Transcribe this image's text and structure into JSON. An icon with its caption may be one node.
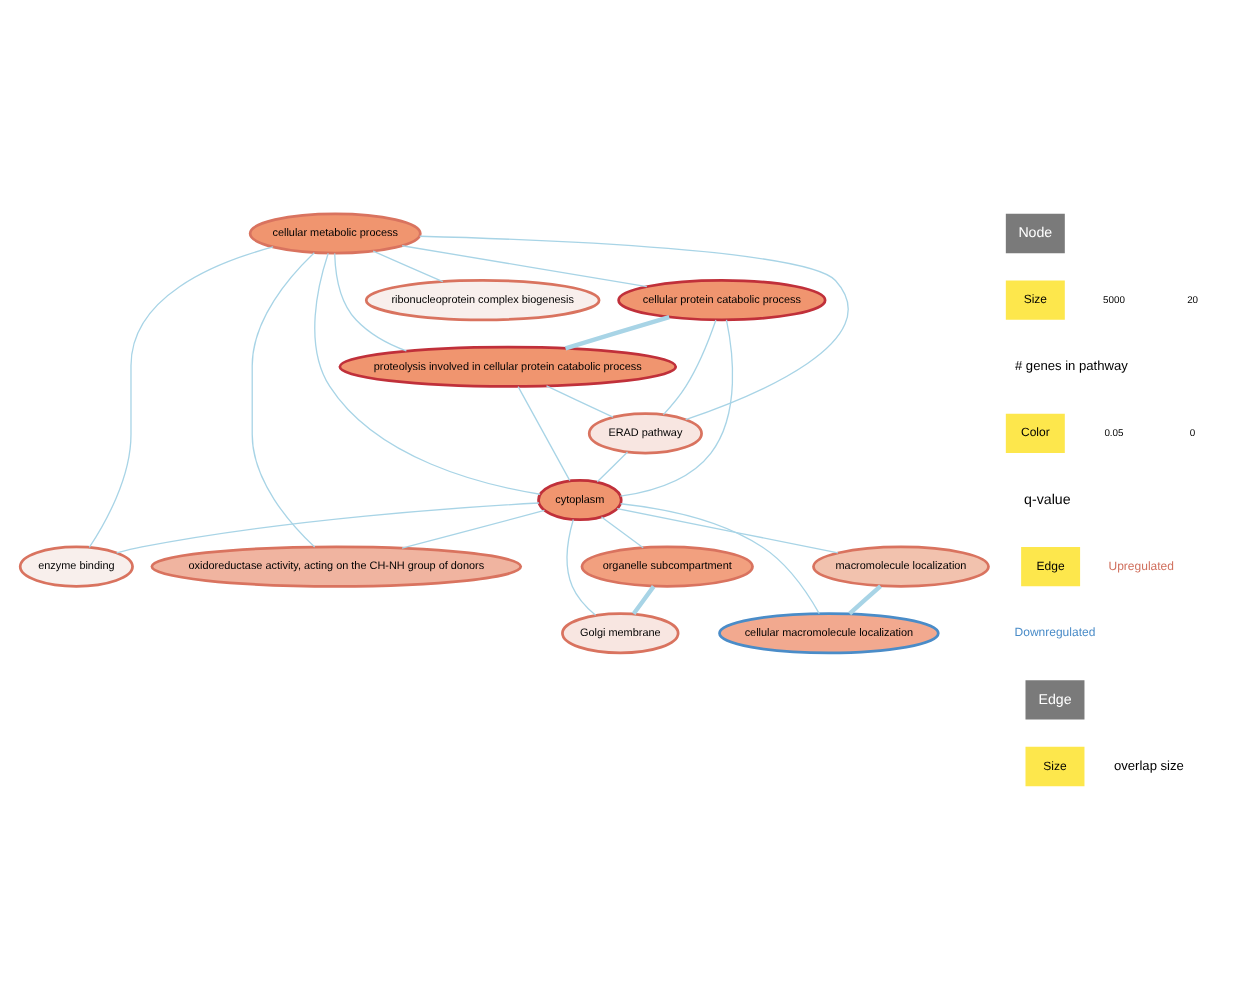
{
  "diagram": {
    "nodes": [
      {
        "text": [
          "cellular metabolic process"
        ]
      },
      {
        "text": [
          "ribonucleoprotein complex biogenesis"
        ]
      },
      {
        "text": [
          "cellular protein catabolic process"
        ]
      },
      {
        "text": [
          "proteolysis involved in cellular protein catabolic process"
        ]
      },
      {
        "text": [
          "ERAD pathway"
        ]
      },
      {
        "text": [
          "cytoplasm"
        ]
      },
      {
        "text": [
          "macromolecule localization"
        ]
      },
      {
        "text": [
          "enzyme binding"
        ]
      },
      {
        "text": [
          "cellular macromolecule localization"
        ]
      },
      {
        "text": [
          "oxidoreductase activity, acting on the CH-NH group of donors"
        ]
      },
      {
        "text": [
          "Golgi membrane"
        ]
      },
      {
        "text": [
          "organelle subcompartment"
        ]
      }
    ],
    "edges": [
      {
        "from": 0,
        "to": 1,
        "arrow": "none"
      },
      {
        "from": 0,
        "to": 2,
        "arrow": "none"
      },
      {
        "from": 0,
        "to": 3,
        "arrow": "none"
      },
      {
        "from": 0,
        "to": 4,
        "arrow": "none"
      },
      {
        "from": 0,
        "to": 5,
        "arrow": "none"
      },
      {
        "from": 0,
        "to": 7,
        "arrow": "none"
      },
      {
        "from": 0,
        "to": 9,
        "arrow": "none"
      },
      {
        "from": 2,
        "to": 3,
        "arrow": "none",
        "style": "thick"
      },
      {
        "from": 2,
        "to": 4,
        "arrow": "none"
      },
      {
        "from": 2,
        "to": 5,
        "arrow": "none"
      },
      {
        "from": 3,
        "to": 4,
        "arrow": "none"
      },
      {
        "from": 3,
        "to": 5,
        "arrow": "none"
      },
      {
        "from": 4,
        "to": 5,
        "arrow": "none"
      },
      {
        "from": 5,
        "to": 6,
        "arrow": "none"
      },
      {
        "from": 5,
        "to": 7,
        "arrow": "none"
      },
      {
        "from": 5,
        "to": 8,
        "arrow": "none"
      },
      {
        "from": 5,
        "to": 9,
        "arrow": "none"
      },
      {
        "from": 5,
        "to": 10,
        "arrow": "none"
      },
      {
        "from": 5,
        "to": 11,
        "arrow": "none"
      },
      {
        "from": 6,
        "to": 8,
        "arrow": "none",
        "style": "thick"
      },
      {
        "from": 11,
        "to": 10,
        "arrow": "none",
        "style": "thick"
      }
    ],
    "labels": [
      "Node",
      "Size",
      "5000",
      "20",
      "# genes in pathway",
      "Color",
      "0.05",
      "0",
      "q-value",
      "Edge",
      "Edge",
      "Size",
      "overlap size"
    ],
    "legend": [
      {
        "text": "Upregulated",
        "color": "#d0705e"
      },
      {
        "text": "Downregulated",
        "color": "#4a8cc8"
      }
    ]
  }
}
